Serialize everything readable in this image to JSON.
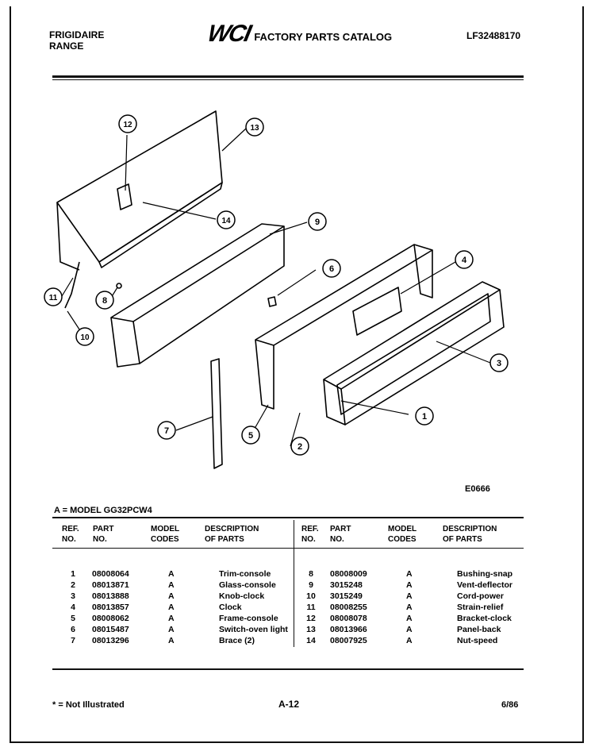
{
  "header": {
    "brand_line1": "FRIGIDAIRE",
    "brand_line2": "RANGE",
    "logo": "WCI",
    "catalog_title": "FACTORY PARTS CATALOG",
    "catalog_number": "LF32488170"
  },
  "diagram": {
    "figure_code": "E0666",
    "callouts": [
      "1",
      "2",
      "3",
      "4",
      "5",
      "6",
      "7",
      "8",
      "9",
      "10",
      "11",
      "12",
      "13",
      "14"
    ]
  },
  "model_line": "A = MODEL GG32PCW4",
  "columns": {
    "ref": "REF. NO.",
    "part": "PART NO.",
    "codes": "MODEL CODES",
    "desc": "DESCRIPTION OF PARTS"
  },
  "parts_left": [
    {
      "ref": "1",
      "part": "08008064",
      "code": "A",
      "desc": "Trim-console"
    },
    {
      "ref": "2",
      "part": "08013871",
      "code": "A",
      "desc": "Glass-console"
    },
    {
      "ref": "3",
      "part": "08013888",
      "code": "A",
      "desc": "Knob-clock"
    },
    {
      "ref": "4",
      "part": "08013857",
      "code": "A",
      "desc": "Clock"
    },
    {
      "ref": "5",
      "part": "08008062",
      "code": "A",
      "desc": "Frame-console"
    },
    {
      "ref": "6",
      "part": "08015487",
      "code": "A",
      "desc": "Switch-oven light"
    },
    {
      "ref": "7",
      "part": "08013296",
      "code": "A",
      "desc": "Brace (2)"
    }
  ],
  "parts_right": [
    {
      "ref": "8",
      "part": "08008009",
      "code": "A",
      "desc": "Bushing-snap"
    },
    {
      "ref": "9",
      "part": "3015248",
      "code": "A",
      "desc": "Vent-deflector"
    },
    {
      "ref": "10",
      "part": "3015249",
      "code": "A",
      "desc": "Cord-power"
    },
    {
      "ref": "11",
      "part": "08008255",
      "code": "A",
      "desc": "Strain-relief"
    },
    {
      "ref": "12",
      "part": "08008078",
      "code": "A",
      "desc": "Bracket-clock"
    },
    {
      "ref": "13",
      "part": "08013966",
      "code": "A",
      "desc": "Panel-back"
    },
    {
      "ref": "14",
      "part": "08007925",
      "code": "A",
      "desc": "Nut-speed"
    }
  ],
  "footer": {
    "note": "* = Not Illustrated",
    "page": "A-12",
    "date": "6/86"
  }
}
